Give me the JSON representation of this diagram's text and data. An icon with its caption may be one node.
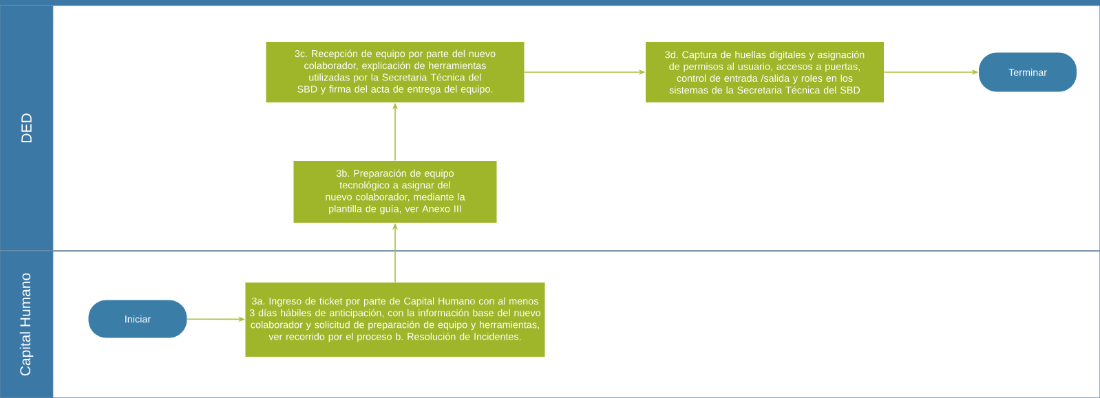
{
  "diagram": {
    "nodes": [
      {
        "text": [
          "DED"
        ]
      },
      {
        "text": [
          "Capital Humano"
        ]
      },
      {
        "text": [
          "Iniciar"
        ],
        "in": 1
      },
      {
        "text": [
          "3a. Ingreso de ticket por parte de Capital Humano con al menos 3 días hábiles de anticipación, con la información base del nuevo colaborador y solicitud de preparación de equipo y herramientas, ver recorrido por el proceso b. Resolución de Incidentes."
        ],
        "in": 1
      },
      {
        "text": [
          "3b. Preparación de equipo tecnológico a asignar del nuevo colaborador, mediante la plantilla de guía, ver Anexo III"
        ],
        "in": 0
      },
      {
        "text": [
          "3c. Recepción de equipo por parte del nuevo colaborador,  explicación de herramientas utilizadas por la Secretaria Técnica del SBD y firma del acta de entrega del equipo."
        ],
        "in": 0
      },
      {
        "text": [
          "3d. Captura de huellas digitales y asignación de permisos al usuario, accesos a puertas, control de entrada /salida y roles en los sistemas de la Secretaria Técnica del SBD"
        ],
        "in": 0
      },
      {
        "text": [
          "Terminar"
        ],
        "in": 0
      }
    ],
    "edges": [
      {
        "from": 2,
        "to": 3,
        "arrow": "to"
      },
      {
        "from": 3,
        "to": 4,
        "arrow": "to"
      },
      {
        "from": 4,
        "to": 5,
        "arrow": "to"
      },
      {
        "from": 5,
        "to": 6,
        "arrow": "to"
      },
      {
        "from": 6,
        "to": 7,
        "arrow": "to"
      }
    ]
  }
}
